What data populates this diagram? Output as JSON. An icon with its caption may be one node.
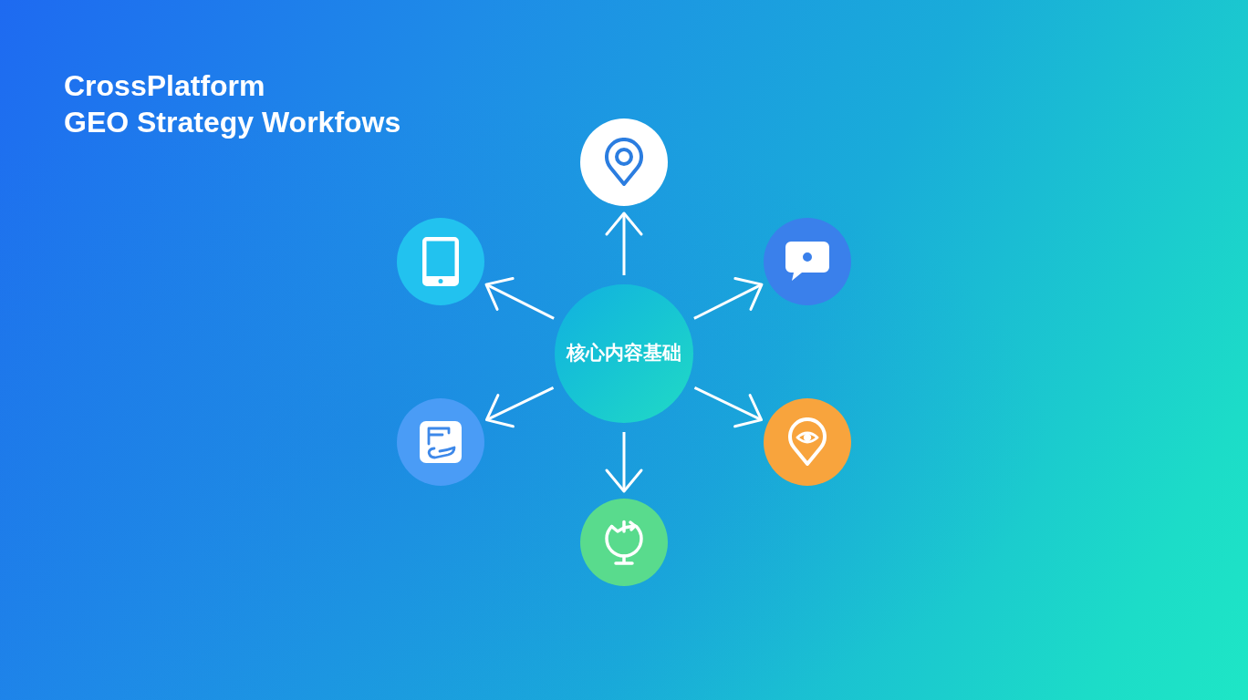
{
  "diagram": {
    "title": "CrossPlatform GEO Strategy Workfows",
    "nodes": [
      {
        "text": [
          "核心内容基础"
        ]
      },
      {
        "text": [],
        "shape": "circle"
      },
      {
        "text": [],
        "shape": "circle"
      },
      {
        "text": [],
        "shape": "circle"
      },
      {
        "text": [],
        "shape": "circle"
      },
      {
        "text": [],
        "shape": "circle"
      },
      {
        "text": [],
        "shape": "circle"
      }
    ],
    "edges": [
      {
        "from": 0,
        "to": 1,
        "arrow": "to"
      },
      {
        "from": 0,
        "to": 2,
        "arrow": "to"
      },
      {
        "from": 0,
        "to": 3,
        "arrow": "to"
      },
      {
        "from": 0,
        "to": 4,
        "arrow": "to"
      },
      {
        "from": 0,
        "to": 5,
        "arrow": "to"
      },
      {
        "from": 0,
        "to": 6,
        "arrow": "to"
      }
    ]
  }
}
